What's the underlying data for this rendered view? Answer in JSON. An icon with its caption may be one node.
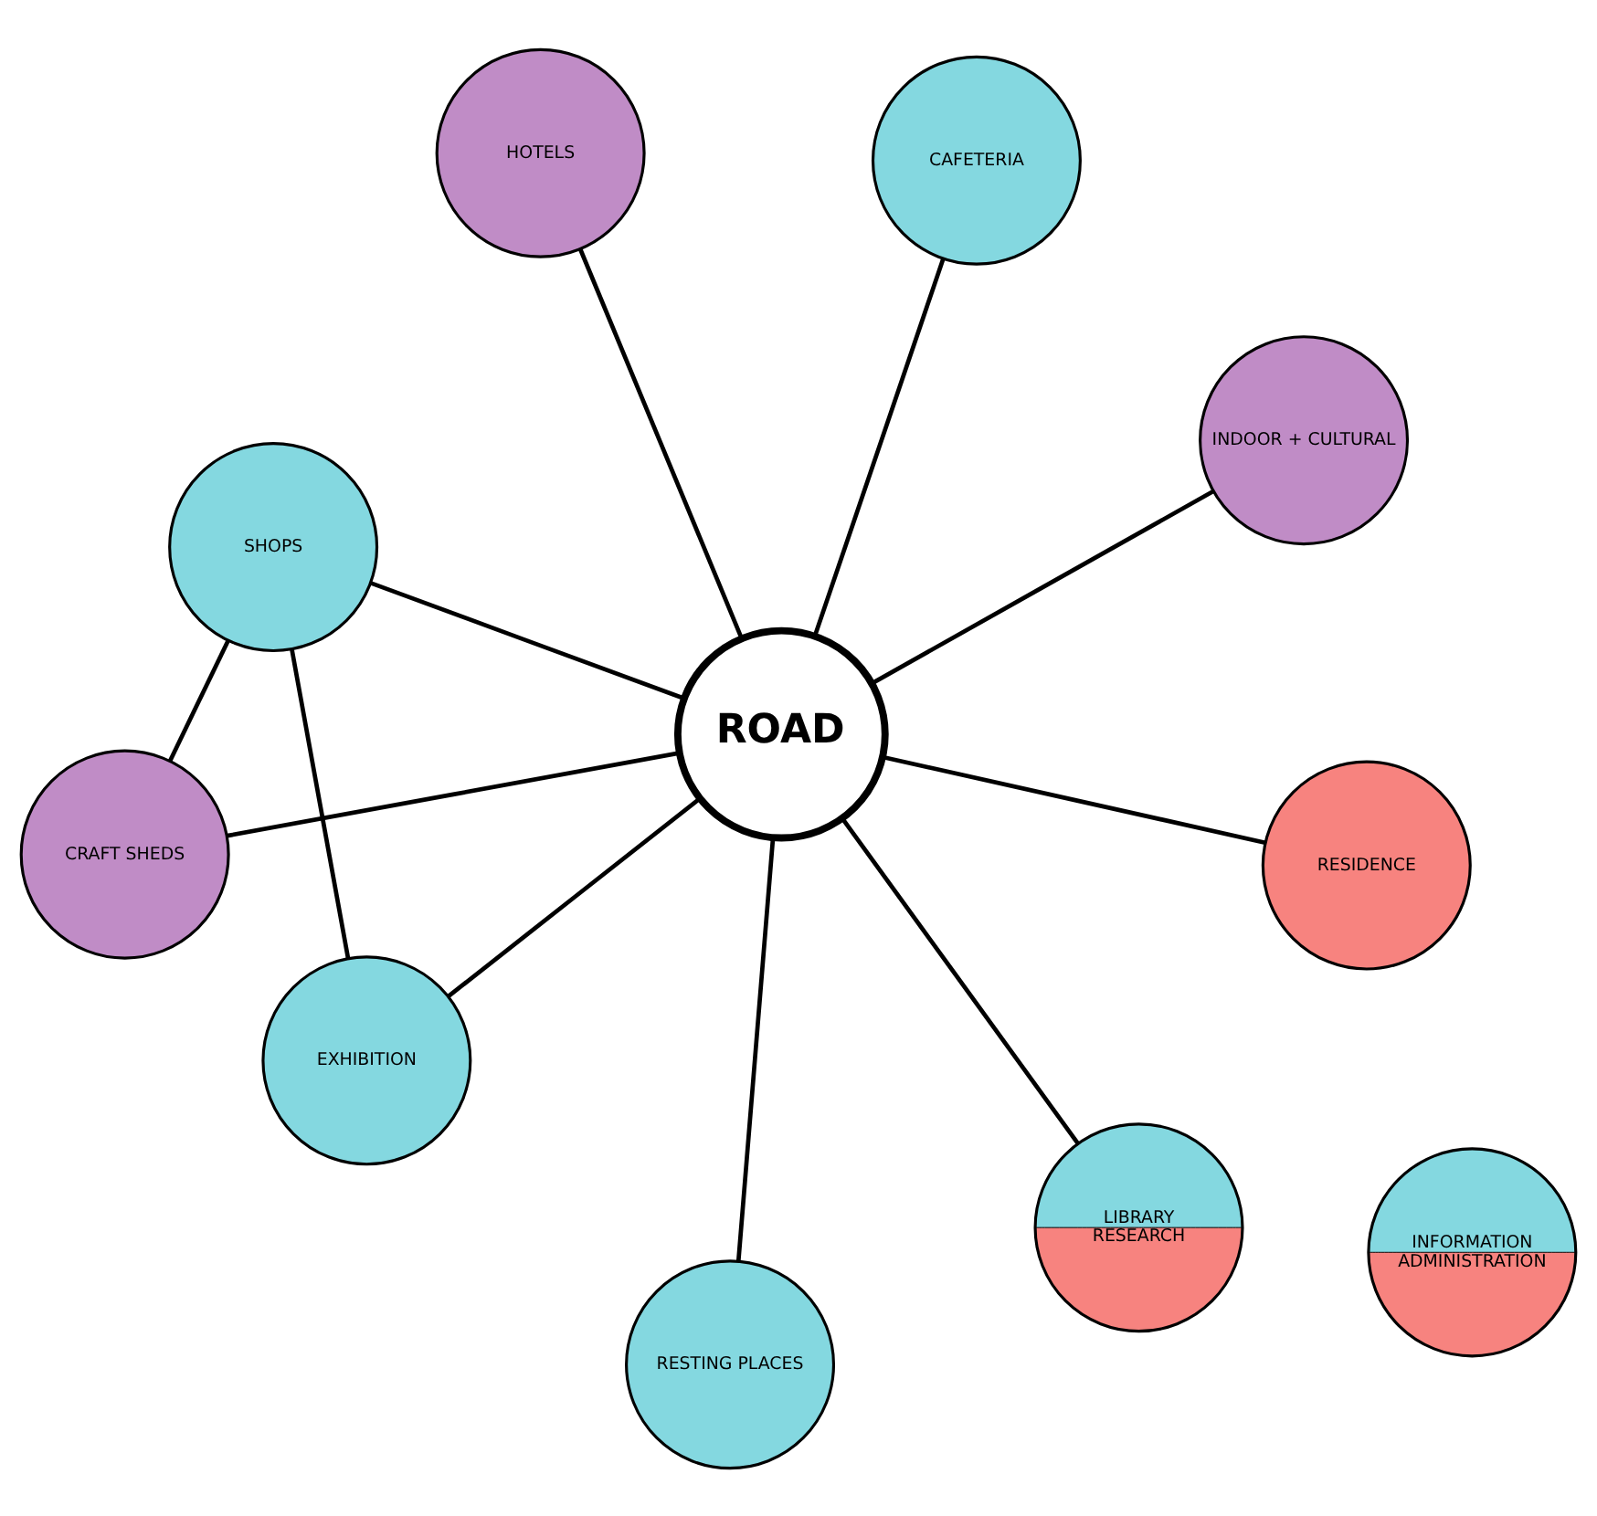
{
  "diagram": {
    "nodes": [
      {
        "text": [
          "ROAD"
        ]
      },
      {
        "text": [
          "INDOOR + CULTURAL"
        ]
      },
      {
        "text": [
          "EXHIBITION"
        ]
      },
      {
        "text": [
          "SHOPS"
        ]
      },
      {
        "text": [
          "CAFETERIA"
        ]
      },
      {
        "text": [
          "INFORMATION",
          "ADMINISTRATION"
        ]
      },
      {
        "text": [
          "HOTELS"
        ]
      },
      {
        "text": [
          "CRAFT SHEDS"
        ]
      },
      {
        "text": [
          "RESIDENCE"
        ]
      },
      {
        "text": [
          "RESTING PLACES"
        ]
      },
      {
        "text": [
          "LIBRARY",
          "RESEARCH"
        ]
      }
    ],
    "edges": [
      {
        "from": 0,
        "to": 1,
        "arrow": "none"
      },
      {
        "from": 0,
        "to": 2,
        "arrow": "none"
      },
      {
        "from": 0,
        "to": 3,
        "arrow": "none"
      },
      {
        "from": 0,
        "to": 4,
        "arrow": "none"
      },
      {
        "from": 0,
        "to": 6,
        "arrow": "none"
      },
      {
        "from": 0,
        "to": 7,
        "arrow": "none"
      },
      {
        "from": 0,
        "to": 9,
        "arrow": "none"
      },
      {
        "from": 0,
        "to": 8,
        "arrow": "none"
      },
      {
        "from": 0,
        "to": 10,
        "arrow": "none"
      },
      {
        "from": 2,
        "to": 3,
        "arrow": "none"
      },
      {
        "from": 3,
        "to": 7,
        "arrow": "none"
      }
    ]
  }
}
